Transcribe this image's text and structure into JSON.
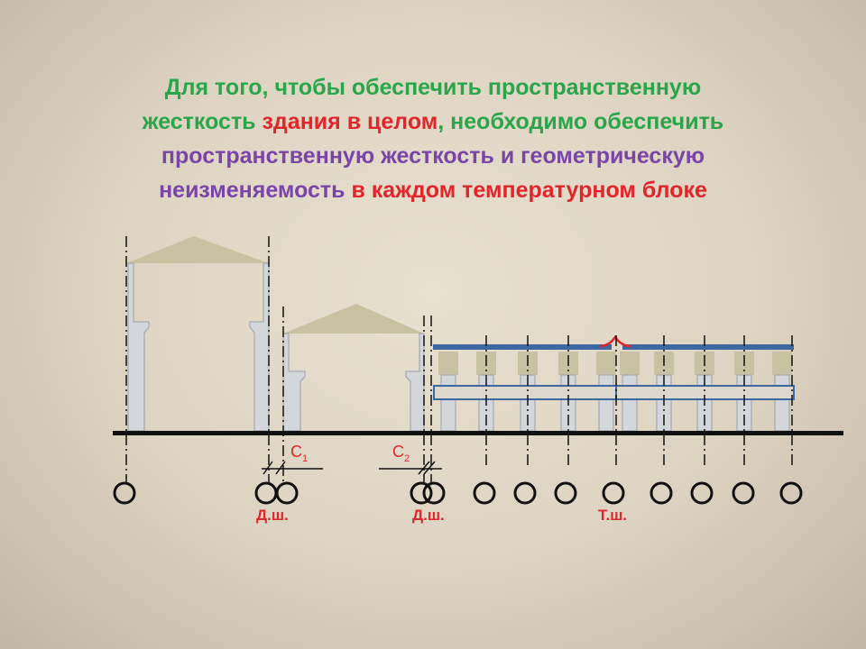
{
  "title": {
    "line1": "Для того, чтобы обеспечить пространственную",
    "line2_a": "жесткость ",
    "line2_b": "здания в целом",
    "line2_c": ", необходимо обеспечить",
    "line3": "пространственную  жесткость и геометрическую",
    "line4_a": "неизменяемость ",
    "line4_b": "в каждом температурном блоке"
  },
  "diagram": {
    "c1": "C",
    "c1_sub": "1",
    "c2": "C",
    "c2_sub": "2",
    "joint_labels": [
      "Д.ш.",
      "Д.ш.",
      "Т.ш."
    ]
  },
  "colors": {
    "green": "#2aa64a",
    "red": "#e0252b",
    "purple": "#7a45a8",
    "beam": "#3f67a0",
    "roof": "#c9c2a2"
  }
}
